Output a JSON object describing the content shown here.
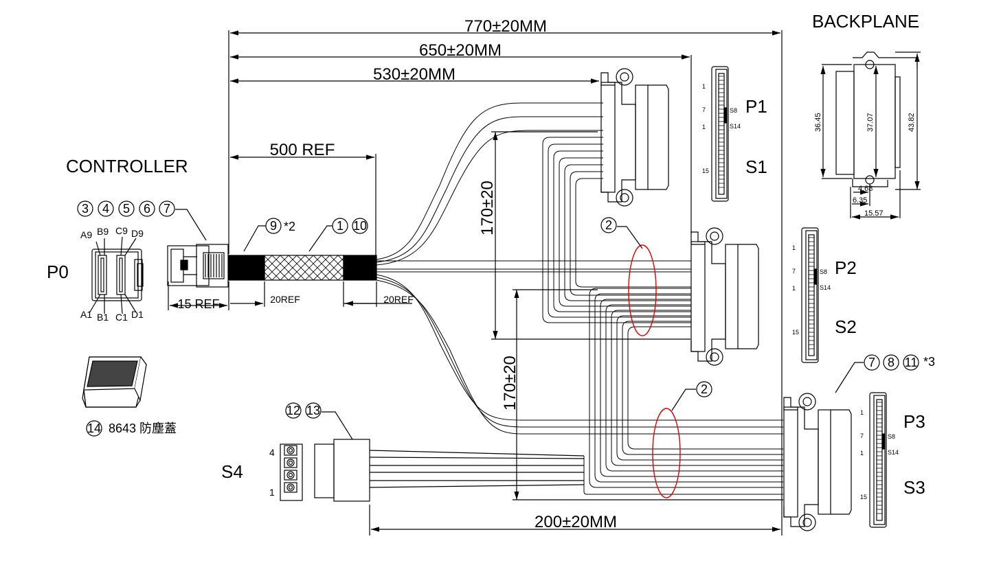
{
  "labels": {
    "controller": "CONTROLLER",
    "backplane": "BACKPLANE",
    "p0": "P0",
    "p1": "P1",
    "p2": "P2",
    "p3": "P3",
    "s1": "S1",
    "s2": "S2",
    "s3": "S3",
    "s4": "S4"
  },
  "dimensions": {
    "overall": "770±20MM",
    "p2_len": "650±20MM",
    "p1_len": "530±20MM",
    "ref500": "500 REF",
    "ref15": "15 REF",
    "ref20a": "20REF",
    "ref20b": "20REF",
    "v170a": "170±20",
    "v170b": "170±20",
    "s4_len": "200±20MM"
  },
  "backplane_dims": {
    "h1": "36.45",
    "h2": "37.07",
    "h3": "43.82",
    "w1": "4.68",
    "w2": "6.35",
    "w3": "15.57"
  },
  "p0_pins": {
    "a9": "A9",
    "b9": "B9",
    "c9": "C9",
    "d9": "D9",
    "a1": "A1",
    "b1": "B1",
    "c1": "C1",
    "d1": "D1"
  },
  "callouts": {
    "c3": "3",
    "c4": "4",
    "c5": "5",
    "c6": "6",
    "c7": "7",
    "c9": "9",
    "c9_note": "*2",
    "c1": "1",
    "c10": "10",
    "c2a": "2",
    "c2b": "2",
    "c7b": "7",
    "c8": "8",
    "c11": "11",
    "c11_note": "*3",
    "c12": "12",
    "c13": "13",
    "c14": "14",
    "c14_text": "8643 防塵蓋"
  },
  "pin_labels": {
    "p1": [
      "1",
      "7",
      "1",
      "15"
    ],
    "p2": [
      "1",
      "7",
      "1",
      "15"
    ],
    "p3": [
      "1",
      "7",
      "1",
      "15"
    ],
    "s_mark": [
      "S8",
      "S14"
    ],
    "s4": [
      "4",
      "1"
    ]
  }
}
